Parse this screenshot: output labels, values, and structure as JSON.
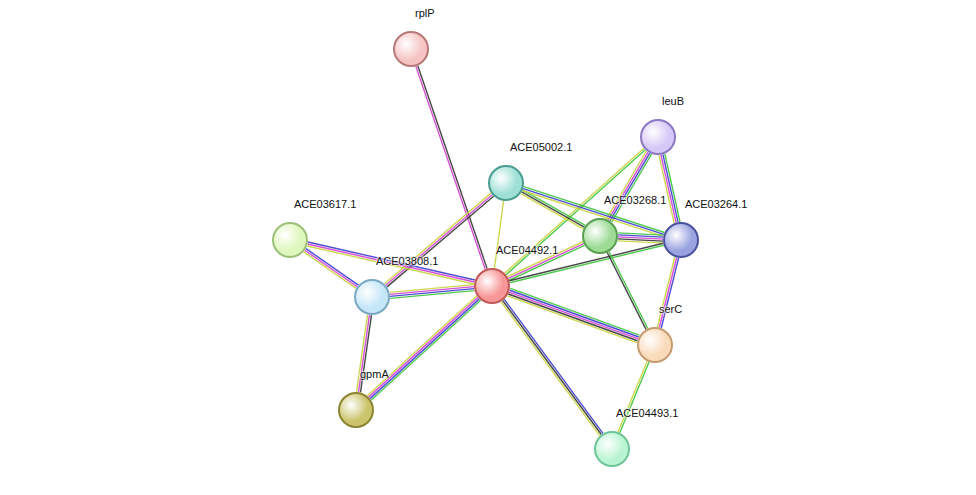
{
  "diagram": {
    "nodes": [
      {
        "text": [
          "rplP"
        ]
      },
      {
        "text": [
          "leuB"
        ]
      },
      {
        "text": [
          "ACE05002.1"
        ]
      },
      {
        "text": [
          "ACE03617.1"
        ]
      },
      {
        "text": [
          "ACE03268.1"
        ]
      },
      {
        "text": [
          "ACE03264.1"
        ]
      },
      {
        "text": [
          "ACE04492.1"
        ]
      },
      {
        "text": [
          "ACE03808.1"
        ]
      },
      {
        "text": [
          "serC"
        ]
      },
      {
        "text": [
          "gpmA"
        ]
      },
      {
        "text": [
          "ACE04493.1"
        ]
      }
    ],
    "edges": [
      {
        "from": 0,
        "to": 6,
        "arrow": "none"
      },
      {
        "from": 1,
        "to": 4,
        "arrow": "none"
      },
      {
        "from": 1,
        "to": 5,
        "arrow": "none"
      },
      {
        "from": 1,
        "to": 6,
        "arrow": "none"
      },
      {
        "from": 2,
        "to": 4,
        "arrow": "none"
      },
      {
        "from": 2,
        "to": 5,
        "arrow": "none"
      },
      {
        "from": 2,
        "to": 6,
        "arrow": "none"
      },
      {
        "from": 2,
        "to": 7,
        "arrow": "none"
      },
      {
        "from": 3,
        "to": 7,
        "arrow": "none"
      },
      {
        "from": 3,
        "to": 6,
        "arrow": "none"
      },
      {
        "from": 4,
        "to": 5,
        "arrow": "none"
      },
      {
        "from": 4,
        "to": 6,
        "arrow": "none"
      },
      {
        "from": 5,
        "to": 6,
        "arrow": "none"
      },
      {
        "from": 4,
        "to": 8,
        "arrow": "none"
      },
      {
        "from": 5,
        "to": 8,
        "arrow": "none"
      },
      {
        "from": 6,
        "to": 7,
        "arrow": "none"
      },
      {
        "from": 6,
        "to": 8,
        "arrow": "none"
      },
      {
        "from": 6,
        "to": 9,
        "arrow": "none"
      },
      {
        "from": 6,
        "to": 10,
        "arrow": "none"
      },
      {
        "from": 7,
        "to": 9,
        "arrow": "none"
      },
      {
        "from": 8,
        "to": 10,
        "arrow": "none"
      }
    ]
  }
}
